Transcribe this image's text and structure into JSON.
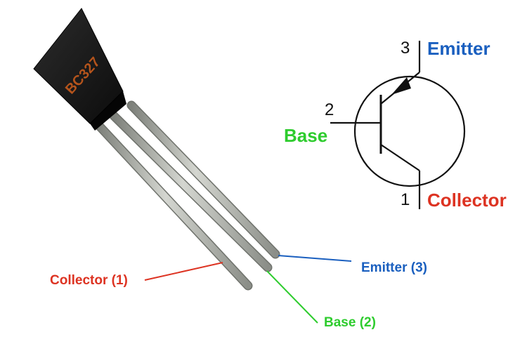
{
  "component": {
    "marking": "BC327",
    "body_color": "#151515",
    "marking_color": "#b5541c",
    "lead_color": "#a9aca5"
  },
  "symbol": {
    "pins": [
      {
        "number": "3",
        "name": "Emitter",
        "color": "#1a5fbf"
      },
      {
        "number": "2",
        "name": "Base",
        "color": "#2ecc2e"
      },
      {
        "number": "1",
        "name": "Collector",
        "color": "#dd3322"
      }
    ]
  },
  "callouts": [
    {
      "text": "Collector (1)",
      "color": "#dd3322"
    },
    {
      "text": "Emitter (3)",
      "color": "#1a5fbf"
    },
    {
      "text": "Base (2)",
      "color": "#2ecc2e"
    }
  ]
}
